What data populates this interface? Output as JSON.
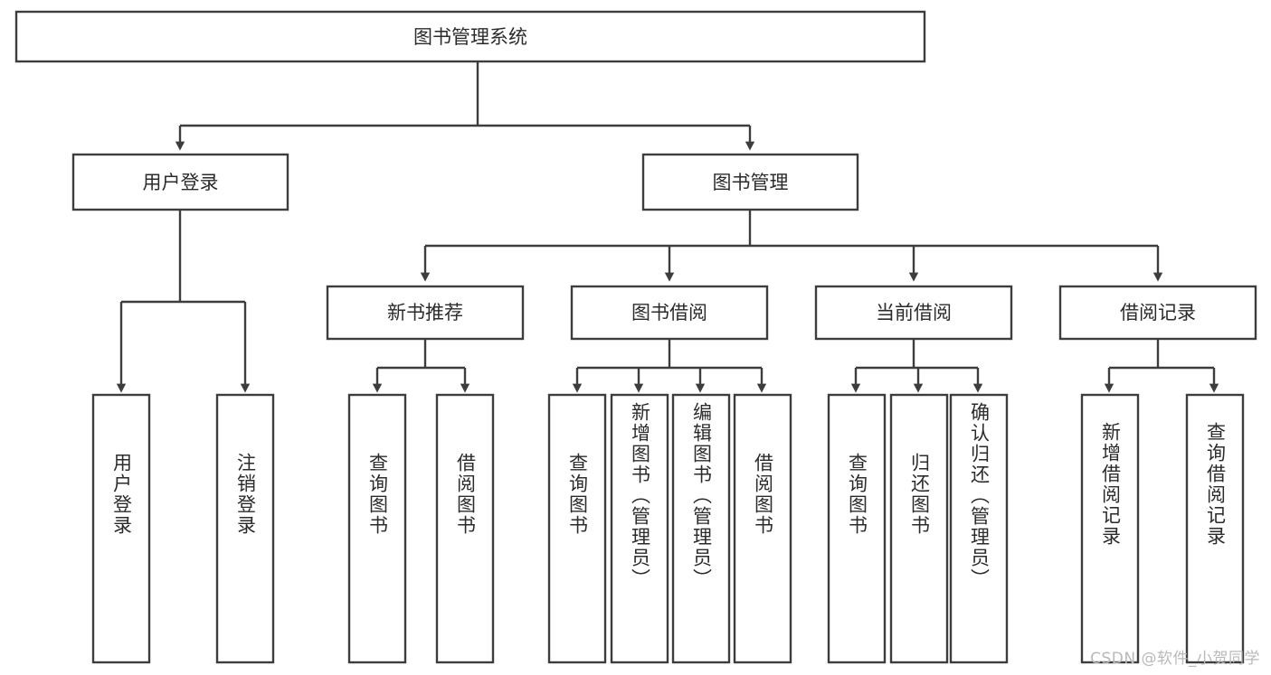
{
  "diagram": {
    "type": "hierarchy-tree",
    "title_node": "图书管理系统",
    "orientation": "top-down",
    "colors": {
      "box_stroke": "#3d3d3d",
      "box_fill": "#ffffff",
      "text": "#2b2b2b",
      "background": "#ffffff",
      "watermark": "#b9b9b9"
    },
    "levels": {
      "root": [
        "图书管理系统"
      ],
      "level2": [
        "用户登录",
        "图书管理"
      ],
      "level3": [
        "新书推荐",
        "图书借阅",
        "当前借阅",
        "借阅记录"
      ],
      "leaves": [
        "用户登录",
        "注销登录",
        "查询图书",
        "借阅图书",
        "查询图书",
        "新增图书（管理员）",
        "编辑图书（管理员）",
        "借阅图书",
        "查询图书",
        "归还图书",
        "确认归还（管理员）",
        "新增借阅记录",
        "查询借阅记录"
      ]
    },
    "nodes": {
      "root": {
        "label": "图书管理系统"
      },
      "user_login": {
        "label": "用户登录"
      },
      "book_manage": {
        "label": "图书管理"
      },
      "new_book_rec": {
        "label": "新书推荐"
      },
      "book_borrow": {
        "label": "图书借阅"
      },
      "current_borrow": {
        "label": "当前借阅"
      },
      "borrow_record": {
        "label": "借阅记录"
      },
      "leaf_user_login": {
        "label": "用户登录"
      },
      "leaf_logout": {
        "label": "注销登录"
      },
      "leaf_query_book_1": {
        "label": "查询图书"
      },
      "leaf_borrow_book_1": {
        "label": "借阅图书"
      },
      "leaf_query_book_2": {
        "label": "查询图书"
      },
      "leaf_add_book_admin": {
        "label": "新增图书（管理员）"
      },
      "leaf_edit_book_admin": {
        "label": "编辑图书（管理员）"
      },
      "leaf_borrow_book_2": {
        "label": "借阅图书"
      },
      "leaf_query_book_3": {
        "label": "查询图书"
      },
      "leaf_return_book": {
        "label": "归还图书"
      },
      "leaf_confirm_return_admin": {
        "label": "确认归还（管理员）"
      },
      "leaf_add_borrow_record": {
        "label": "新增借阅记录"
      },
      "leaf_query_borrow_record": {
        "label": "查询借阅记录"
      }
    },
    "edges": [
      {
        "from": "图书管理系统",
        "to": "用户登录"
      },
      {
        "from": "图书管理系统",
        "to": "图书管理"
      },
      {
        "from": "用户登录",
        "to": "用户登录"
      },
      {
        "from": "用户登录",
        "to": "注销登录"
      },
      {
        "from": "图书管理",
        "to": "新书推荐"
      },
      {
        "from": "图书管理",
        "to": "图书借阅"
      },
      {
        "from": "图书管理",
        "to": "当前借阅"
      },
      {
        "from": "图书管理",
        "to": "借阅记录"
      },
      {
        "from": "新书推荐",
        "to": "查询图书"
      },
      {
        "from": "新书推荐",
        "to": "借阅图书"
      },
      {
        "from": "图书借阅",
        "to": "查询图书"
      },
      {
        "from": "图书借阅",
        "to": "新增图书（管理员）"
      },
      {
        "from": "图书借阅",
        "to": "编辑图书（管理员）"
      },
      {
        "from": "图书借阅",
        "to": "借阅图书"
      },
      {
        "from": "当前借阅",
        "to": "查询图书"
      },
      {
        "from": "当前借阅",
        "to": "归还图书"
      },
      {
        "from": "当前借阅",
        "to": "确认归还（管理员）"
      },
      {
        "from": "借阅记录",
        "to": "新增借阅记录"
      },
      {
        "from": "借阅记录",
        "to": "查询借阅记录"
      }
    ]
  },
  "watermark": {
    "text": "CSDN @软件_小贺同学"
  }
}
